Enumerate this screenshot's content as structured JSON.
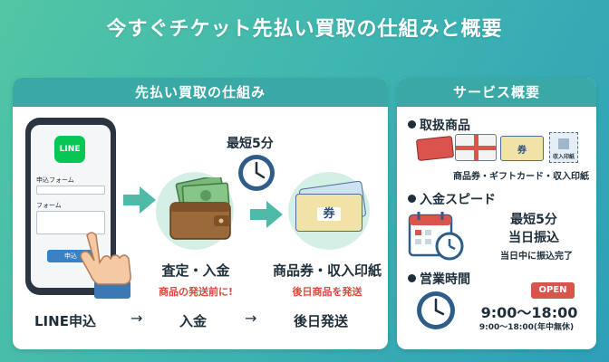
{
  "title": "今すぐチケット先払い買取の仕組みと概要",
  "left_panel": {
    "header": "先払い買取の仕組み",
    "phone": {
      "app_label": "LINE",
      "field1_label": "申込フォーム",
      "field2_label": "フォーム",
      "submit_label": "申込"
    },
    "badge_label": "最短5分",
    "step2": {
      "caption": "査定・入金",
      "note": "商品の発送前に!"
    },
    "step3": {
      "card_label": "券",
      "caption": "商品券・収入印紙",
      "note": "後日商品を発送"
    },
    "flow": {
      "step1": "LINE申込",
      "arrow": "→",
      "step2": "入金",
      "step3": "後日発送"
    }
  },
  "right_panel": {
    "header": "サービス概要",
    "items_section": {
      "title": "取扱商品",
      "voucher_label": "券",
      "stamp_label": "収入印紙",
      "caption": "商品券・ギフトカード・収入印紙"
    },
    "speed_section": {
      "title": "入金スピード",
      "line1": "最短5分",
      "line2": "当日振込",
      "line3": "当日中に振込完了"
    },
    "hours_section": {
      "title": "営業時間",
      "sign": "OPEN",
      "hours_main": "9:00〜18:00",
      "hours_sub": "9:00〜18:00(年中無休)"
    }
  },
  "colors": {
    "accent": "#3aa9a6",
    "note_red": "#e0473c",
    "line_green": "#06c755"
  }
}
